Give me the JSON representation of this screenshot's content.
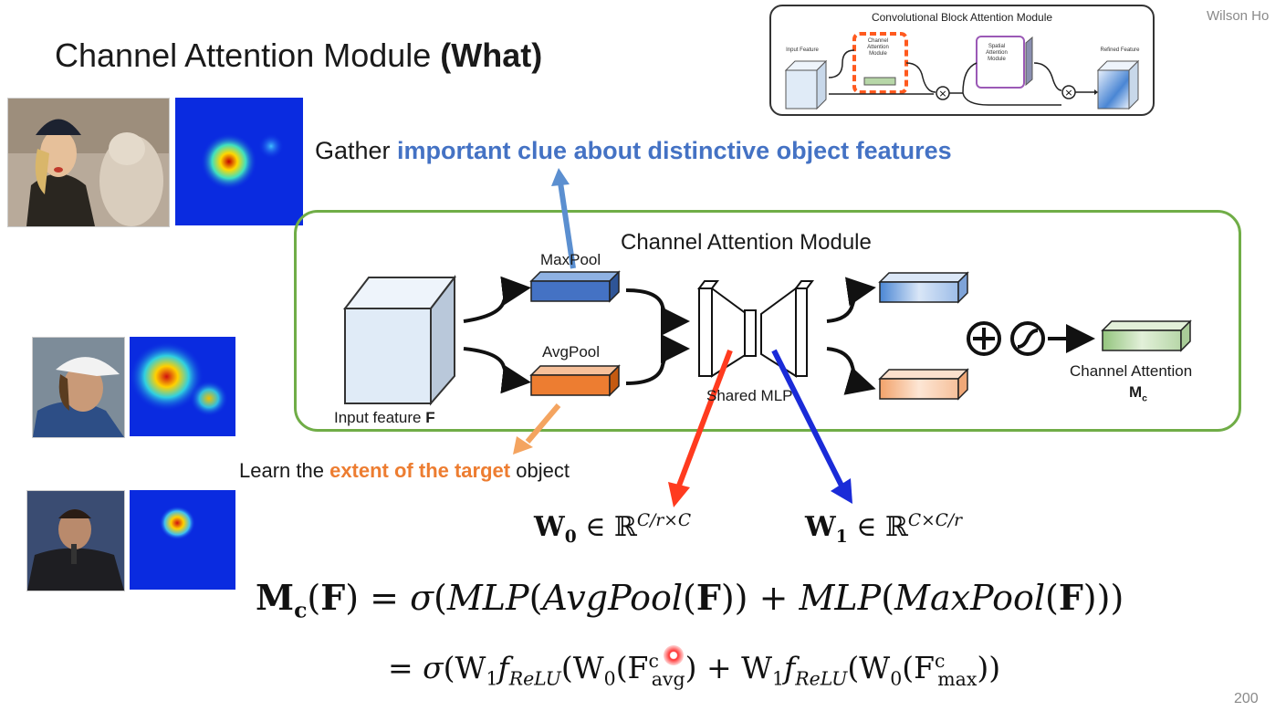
{
  "slide": {
    "title_main": "Channel Attention Module ",
    "title_bold": "(What)",
    "author": "Wilson Ho",
    "page_number": "200"
  },
  "annotations": {
    "gather_prefix": "Gather ",
    "gather_highlight": "important clue about distinctive object features",
    "learn_prefix": "Learn the ",
    "learn_highlight": "extent of the target",
    "learn_suffix": " object"
  },
  "cam_diagram": {
    "title": "Channel Attention Module",
    "maxpool_label": "MaxPool",
    "avgpool_label": "AvgPool",
    "input_label": "Input feature ",
    "input_symbol": "F",
    "mlp_label": "Shared MLP",
    "output_label": "Channel Attention",
    "output_symbol": "M",
    "output_subscript": "c"
  },
  "cbam_inset": {
    "title": "Convolutional Block Attention Module",
    "input_label": "Input Feature",
    "channel_label": "Channel Attention Module",
    "spatial_label": "Spatial Attention Module",
    "refined_label": "Refined Feature"
  },
  "equations": {
    "w0": "W₀ ∈ ℝ^{C/r×C}",
    "w1": "W₁ ∈ ℝ^{C×C/r}",
    "mc_line": "M_c(F) = σ(MLP(AvgPool(F)) + MLP(MaxPool(F)))",
    "expanded_line": "= σ(W₁ f_ReLU(W₀(F^c_avg) + W₁ f_ReLU(W₀(F^c_max))"
  },
  "colors": {
    "maxpool": "#4472c4",
    "avgpool": "#ed7d31",
    "module_border": "#70ad47",
    "w0_arrow": "#ff3b1f",
    "w1_arrow": "#1a2bd8",
    "cbam_channel_highlight": "#ff5a1f",
    "cbam_spatial_border": "#9b59b6"
  },
  "example_images": [
    {
      "photo": "woman-with-dog-photo",
      "heatmap": "attention-heatmap"
    },
    {
      "photo": "man-in-white-cap-photo",
      "heatmap": "attention-heatmap"
    },
    {
      "photo": "man-with-microphone-photo",
      "heatmap": "attention-heatmap"
    }
  ]
}
